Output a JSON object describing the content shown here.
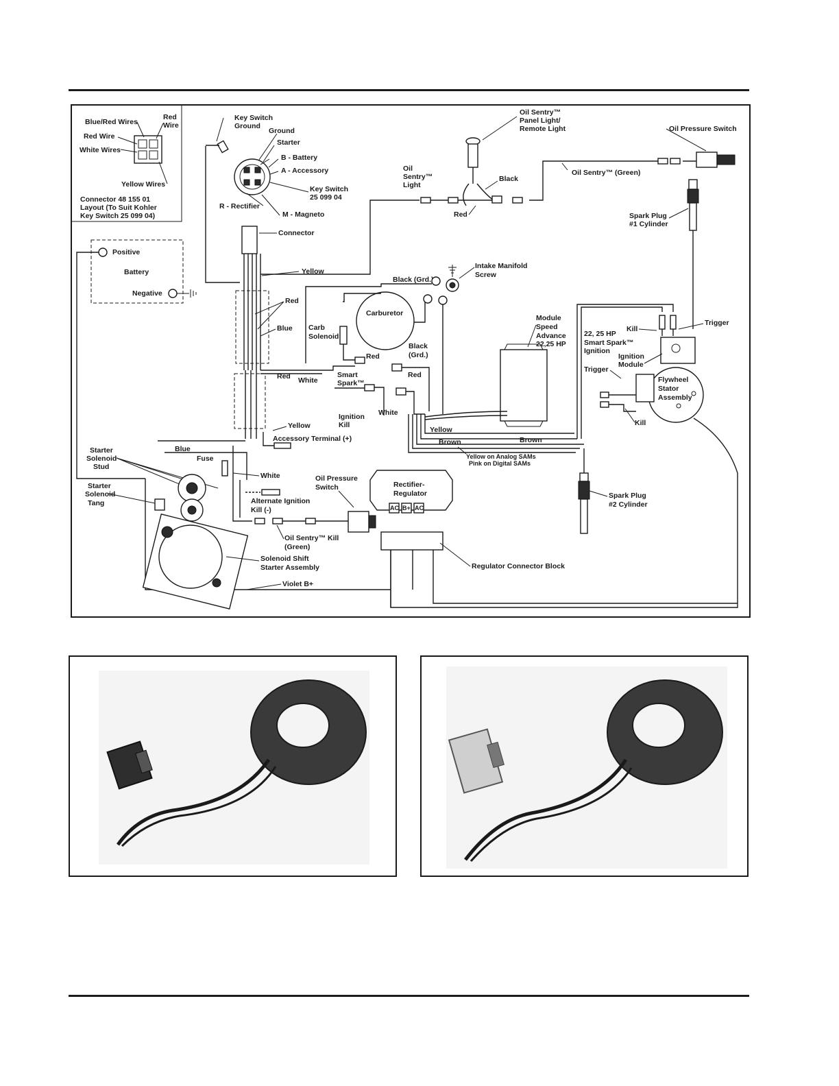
{
  "labels": {
    "blue_red_wires": "Blue/Red Wires",
    "red_wire_top": "Red",
    "red_wire_top2": "Wire",
    "red_wire": "Red Wire",
    "white_wires": "White Wires",
    "yellow_wires": "Yellow Wires",
    "connector_layout_1": "Connector 48 155 01",
    "connector_layout_2": "Layout (To Suit Kohler",
    "connector_layout_3": "Key Switch 25 099 04)",
    "key_switch_ground_1": "Key Switch",
    "key_switch_ground_2": "Ground",
    "ground": "Ground",
    "starter": "Starter",
    "b_battery": "B - Battery",
    "a_accessory": "A - Accessory",
    "key_switch_1": "Key Switch",
    "key_switch_2": "25 099 04",
    "r_rectifier": "R - Rectifier",
    "m_magneto": "M - Magneto",
    "connector": "Connector",
    "oil_sentry_panel_1": "Oil Sentry™",
    "oil_sentry_panel_2": "Panel Light/",
    "oil_sentry_panel_3": "Remote Light",
    "oil_pressure_switch": "Oil Pressure Switch",
    "oil_sentry_light_1": "Oil",
    "oil_sentry_light_2": "Sentry™",
    "oil_sentry_light_3": "Light",
    "black": "Black",
    "oil_sentry_green": "Oil Sentry™ (Green)",
    "red_bottom": "Red",
    "spark_plug_1a": "Spark Plug",
    "spark_plug_1b": "#1 Cylinder",
    "positive": "Positive",
    "battery": "Battery",
    "negative": "Negative",
    "yellow_1": "Yellow",
    "black_grd": "Black (Grd.)",
    "intake_1": "Intake Manifold",
    "intake_2": "Screw",
    "red_harness": "Red",
    "blue_harness": "Blue",
    "carb_sol_1": "Carb",
    "carb_sol_2": "Solenoid",
    "carburetor": "Carburetor",
    "module_1": "Module",
    "module_2": "Speed",
    "module_3": "Advance",
    "module_4": "22,25 HP",
    "smart_1": "22, 25 HP",
    "smart_2": "Smart Spark™",
    "smart_3": "Ignition",
    "kill": "Kill",
    "trigger": "Trigger",
    "black_grd2_1": "Black",
    "black_grd2_2": "(Grd.)",
    "red_carb": "Red",
    "ign_module_1": "Ignition",
    "ign_module_2": "Module",
    "trigger2": "Trigger",
    "flywheel_1": "Flywheel",
    "flywheel_2": "Stator",
    "flywheel_3": "Assembly",
    "red_left": "Red",
    "white_left": "White",
    "smart_spark_1": "Smart",
    "smart_spark_2": "Spark™",
    "red_mid": "Red",
    "ign_kill_1": "Ignition",
    "ign_kill_2": "Kill",
    "white_mid": "White",
    "kill2": "Kill",
    "yellow_2": "Yellow",
    "accessory_terminal": "Accessory Terminal (+)",
    "yellow_3": "Yellow",
    "brown_1": "Brown",
    "brown_2": "Brown",
    "analog_note_1": "Yellow on Analog SAMs",
    "analog_note_2": "Pink on Digital SAMs",
    "blue_bottom": "Blue",
    "starter_stud_1": "Starter",
    "starter_stud_2": "Solenoid",
    "starter_stud_3": "Stud",
    "fuse": "Fuse",
    "white_bottom": "White",
    "oil_ps_1": "Oil Pressure",
    "oil_ps_2": "Switch",
    "rect_reg_1": "Rectifier-",
    "rect_reg_2": "Regulator",
    "ac_1": "AC",
    "b_plus": "B+",
    "ac_2": "AC",
    "starter_tang_1": "Starter",
    "starter_tang_2": "Solenoid",
    "starter_tang_3": "Tang",
    "alt_ign_1": "Alternate Ignition",
    "alt_ign_2": "Kill (-)",
    "spark_plug_2a": "Spark Plug",
    "spark_plug_2b": "#2 Cylinder",
    "oil_kill_1": "Oil Sentry™ Kill",
    "oil_kill_2": "(Green)",
    "solenoid_shift_1": "Solenoid Shift",
    "solenoid_shift_2": "Starter Assembly",
    "regulator_block": "Regulator Connector Block",
    "violet": "Violet B+"
  },
  "colors": {
    "line": "#1a1a1a",
    "stator_dark": "#3a3a3a",
    "photo_bg": "#f4f4f4"
  }
}
